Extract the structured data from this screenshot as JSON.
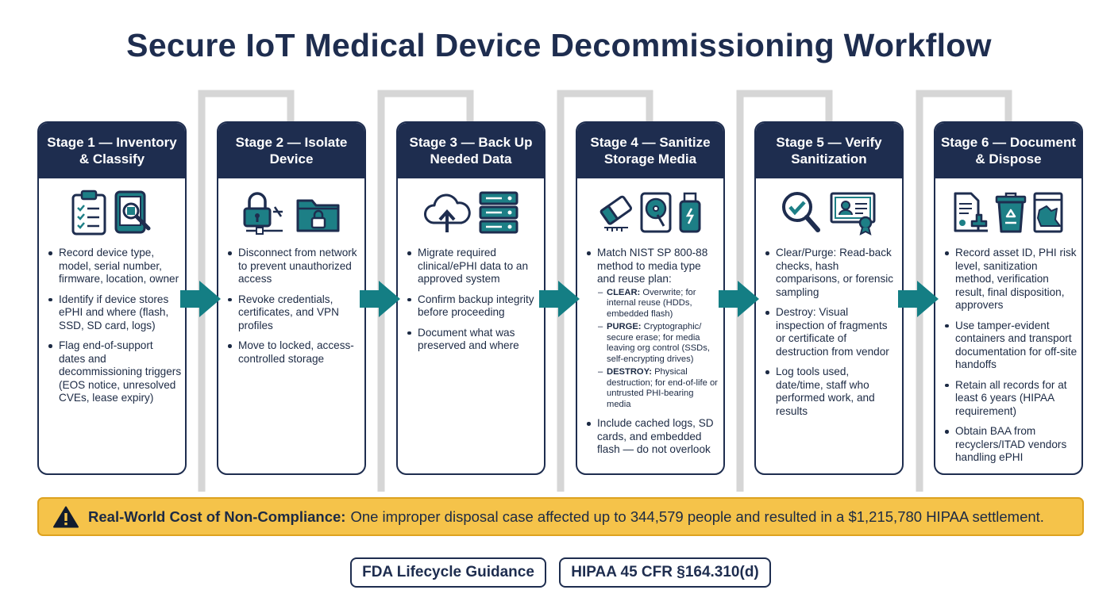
{
  "title": "Secure IoT Medical Device Decommissioning Workflow",
  "colors": {
    "navy": "#1e2d4f",
    "teal": "#1d7f86",
    "arrow": "#147e84",
    "connector": "#d6d6d6",
    "alert": "#f5c34a"
  },
  "stages": [
    {
      "heading": "Stage 1 — Inventory & Classify",
      "icons": [
        "clipboard-checklist-icon",
        "tablet-search-icon"
      ],
      "bullets": [
        "Record device type, model, serial number, firmware, location, owner",
        "Identify if device stores ePHI and where (flash, SSD, SD card, logs)",
        "Flag end-of-support dates and decommissioning triggers (EOS notice, unresolved CVEs, lease expiry)"
      ]
    },
    {
      "heading": "Stage 2 — Isolate Device",
      "icons": [
        "padlock-disconnect-icon",
        "locked-folder-icon"
      ],
      "bullets": [
        "Disconnect from network to prevent unauthorized access",
        "Revoke credentials, certificates, and VPN profiles",
        "Move to locked, access-controlled storage"
      ]
    },
    {
      "heading": "Stage 3 — Back Up Needed Data",
      "icons": [
        "cloud-upload-icon",
        "server-rack-icon"
      ],
      "bullets": [
        "Migrate required clinical/ePHI data to an approved system",
        "Confirm backup integrity before proceeding",
        "Document what was preserved and where"
      ]
    },
    {
      "heading": "Stage 4 — Sanitize Storage Media",
      "icons": [
        "eraser-icon",
        "hard-drive-icon",
        "usb-flash-icon"
      ],
      "bullets": [
        "Match NIST SP 800-88 method to media type and reuse plan:",
        "Include cached logs, SD cards, and embedded flash — do not overlook"
      ],
      "sub_bullets": [
        {
          "term": "CLEAR:",
          "text": " Overwrite; for internal reuse (HDDs, embedded flash)"
        },
        {
          "term": "PURGE:",
          "text": " Cryptographic/ secure erase; for media leaving org control (SSDs, self-encrypting drives)"
        },
        {
          "term": "DESTROY:",
          "text": " Physical destruction; for end-of-life or untrusted PHI-bearing media"
        }
      ]
    },
    {
      "heading": "Stage 5 — Verify Sanitization",
      "icons": [
        "magnifier-check-icon",
        "certificate-icon"
      ],
      "bullets": [
        "Clear/Purge: Read-back checks, hash comparisons, or forensic sampling",
        "Destroy: Visual inspection of fragments or certificate of destruction from vendor",
        "Log tools used, date/time, staff who performed work, and results"
      ]
    },
    {
      "heading": "Stage 6 — Document & Dispose",
      "icons": [
        "document-stamp-icon",
        "recycle-bin-icon",
        "tamper-bag-icon"
      ],
      "bullets": [
        "Record asset ID, PHI risk level, sanitization method, verification result, final disposition, approvers",
        "Use tamper-evident containers and transport documentation for off-site handoffs",
        "Retain all records for at least 6 years (HIPAA requirement)",
        "Obtain BAA from recyclers/ITAD vendors handling ePHI"
      ]
    }
  ],
  "cost": {
    "icon": "warning-icon",
    "label": "Real-World Cost of Non-Compliance:",
    "text": "One improper disposal case affected up to 344,579 people and resulted in a $1,215,780 HIPAA settlement."
  },
  "badges": [
    "FDA Lifecycle Guidance",
    "HIPAA 45 CFR §164.310(d)"
  ]
}
